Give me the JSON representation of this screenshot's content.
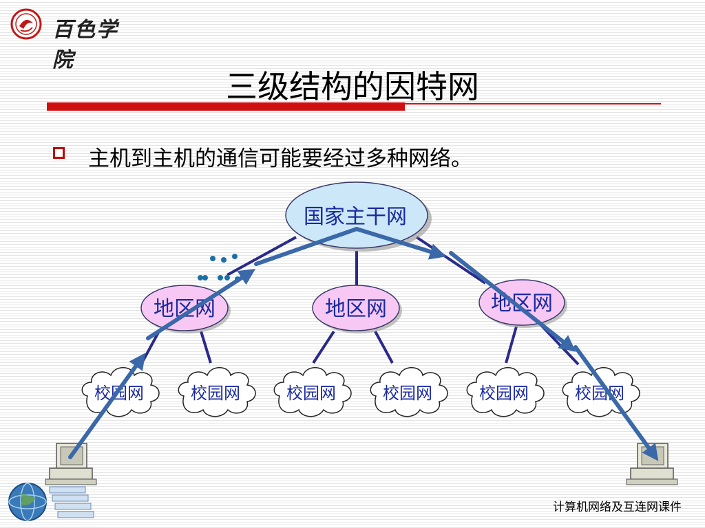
{
  "header": {
    "logo_text": "百色学院"
  },
  "slide": {
    "title": "三级结构的因特网",
    "bullet": "主机到主机的通信可能要经过多种网络。"
  },
  "diagram": {
    "backbone_label": "国家主干网",
    "regional_labels": [
      "地区网",
      "地区网",
      "地区网"
    ],
    "campus_labels": [
      "校园网",
      "校园网",
      "校园网",
      "校园网",
      "校园网",
      "校园网"
    ]
  },
  "footer": {
    "text": "计算机网络及互连网课件"
  },
  "colors": {
    "accent_red": "#d01010",
    "backbone_fill": "#cce8f8",
    "regional_fill": "#f8c8f4",
    "label_blue": "#1a2aa0",
    "link_navy": "#2a2a8a",
    "arrow_blue": "#3a68a8"
  }
}
